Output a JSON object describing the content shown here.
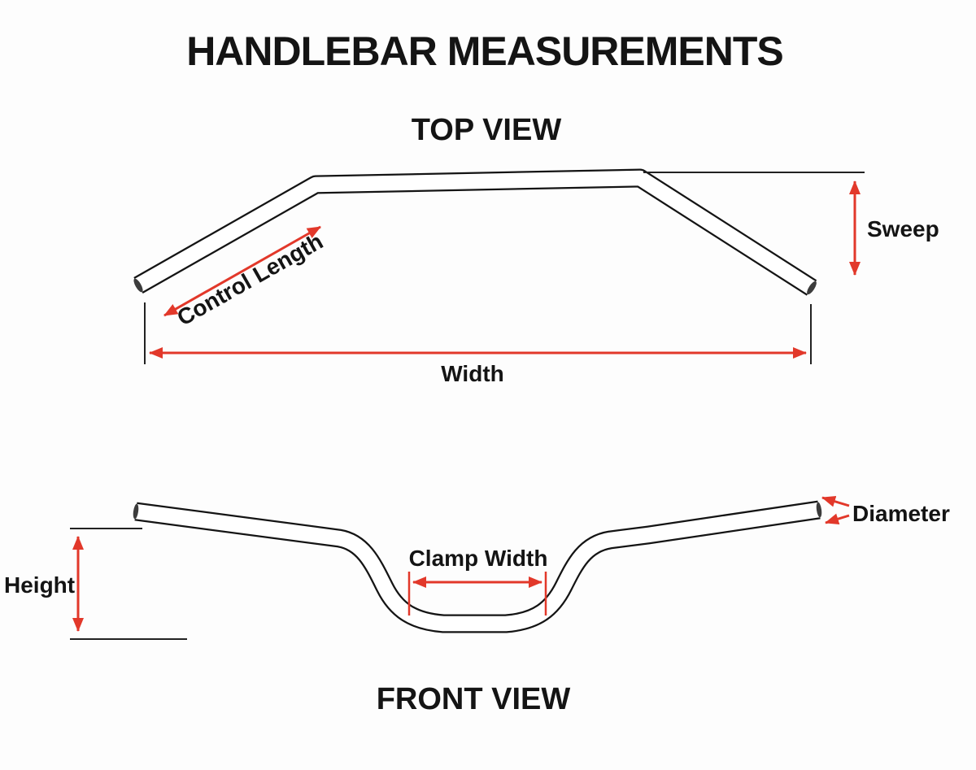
{
  "page": {
    "title": "HANDLEBAR MEASUREMENTS"
  },
  "top_view": {
    "label": "TOP VIEW",
    "control_length": "Control Length",
    "sweep": "Sweep",
    "width": "Width"
  },
  "front_view": {
    "label": "FRONT VIEW",
    "diameter": "Diameter",
    "height": "Height",
    "clamp_width": "Clamp Width"
  },
  "colors": {
    "dimension_red": "#e2382a",
    "ink": "#141414",
    "line": "#222222",
    "bg": "#fdfdfd"
  }
}
